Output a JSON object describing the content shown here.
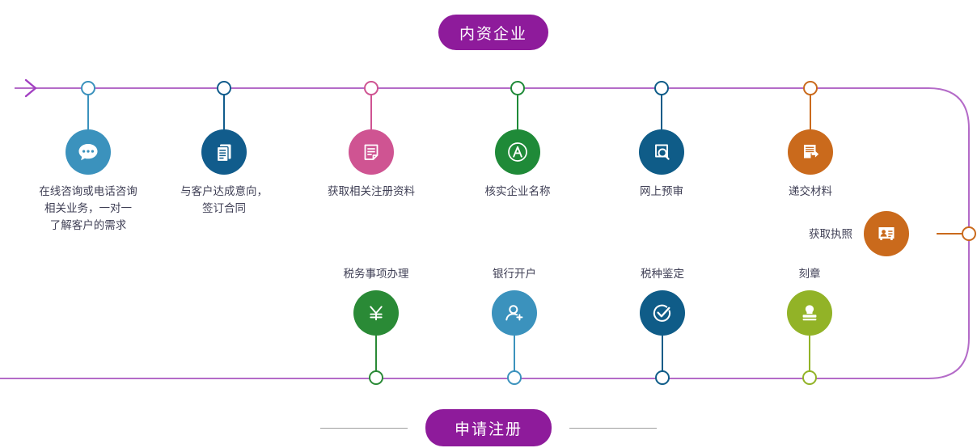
{
  "diagram": {
    "title_top": "内资企业",
    "title_bottom": "申请注册",
    "colors": {
      "rail": "#b46bc8",
      "pill": "#8e1b9b",
      "consult": "#3b92bd",
      "contract": "#115c8c",
      "documents": "#cf5492",
      "name_check": "#1f8a38",
      "pre_audit": "#0f5c88",
      "submit": "#ca6a1c",
      "license": "#ca6a1c",
      "tax_matters": "#2a8a36",
      "bank_account": "#3b92bd",
      "tax_type": "#0f5c88",
      "seal": "#92b327"
    },
    "top_nodes": [
      {
        "id": "consult",
        "icon": "chat-bubble-icon",
        "label": "在线咨询或电话咨询\n相关业务，一对一\n了解客户的需求",
        "color": "#3b92bd"
      },
      {
        "id": "contract",
        "icon": "documents-icon",
        "label": "与客户达成意向，\n签订合同",
        "color": "#115c8c"
      },
      {
        "id": "materials",
        "icon": "note-page-icon",
        "label": "获取相关注册资料",
        "color": "#cf5492"
      },
      {
        "id": "namecheck",
        "icon": "letter-a-circle-icon",
        "label": "核实企业名称",
        "color": "#1f8a38"
      },
      {
        "id": "preaudit",
        "icon": "document-search-icon",
        "label": "网上预审",
        "color": "#0f5c88"
      },
      {
        "id": "submit",
        "icon": "submit-document-icon",
        "label": "递交材料",
        "color": "#ca6a1c"
      }
    ],
    "license_node": {
      "id": "license",
      "icon": "id-card-icon",
      "label": "获取执照",
      "color": "#ca6a1c"
    },
    "bottom_nodes": [
      {
        "id": "taxmatters",
        "icon": "yuan-currency-icon",
        "label": "税务事项办理",
        "color": "#2a8a36"
      },
      {
        "id": "bank",
        "icon": "add-person-icon",
        "label": "银行开户",
        "color": "#3b92bd"
      },
      {
        "id": "taxtype",
        "icon": "check-circle-icon",
        "label": "税种鉴定",
        "color": "#0f5c88"
      },
      {
        "id": "seal",
        "icon": "rubber-stamp-icon",
        "label": "刻章",
        "color": "#92b327"
      }
    ]
  }
}
